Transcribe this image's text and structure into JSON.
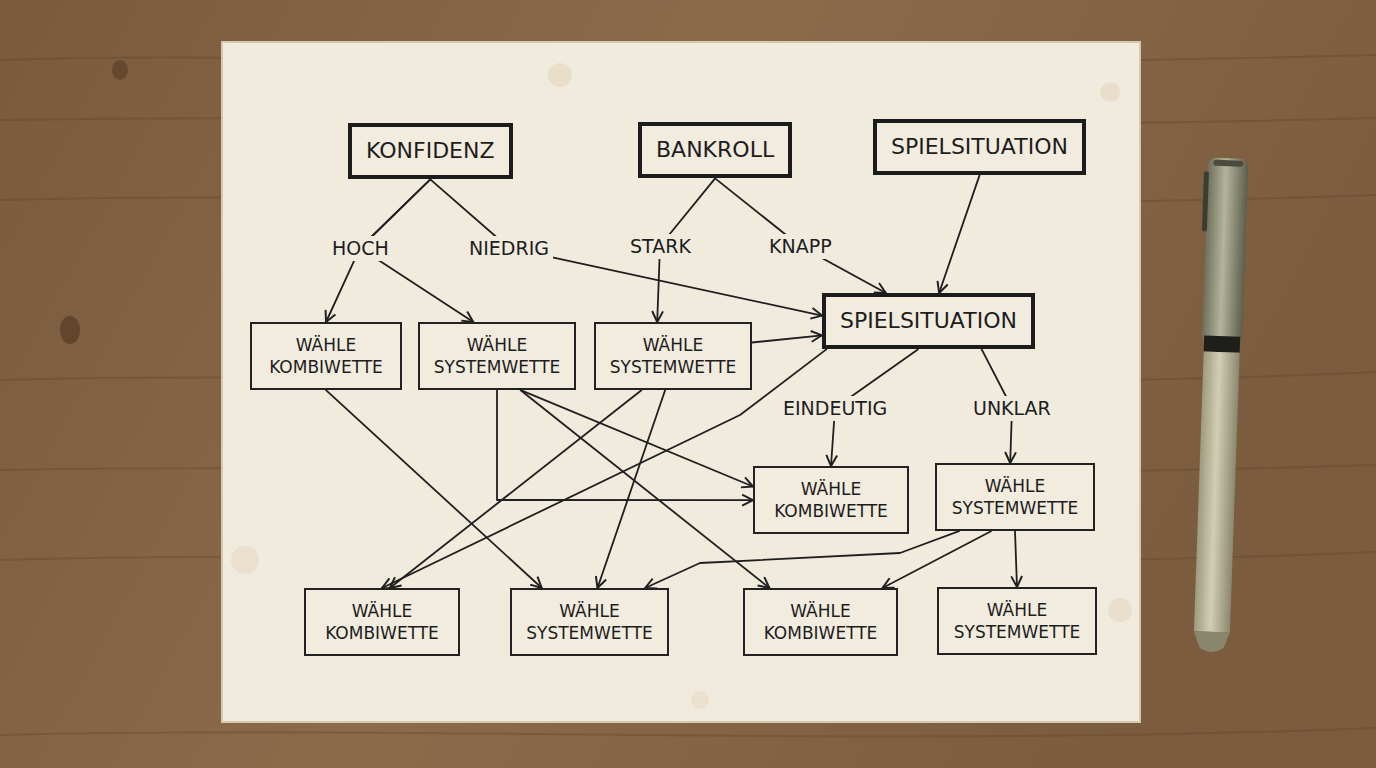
{
  "diagram": {
    "nodes": [
      {
        "text": [
          "KONFIDENZ"
        ]
      },
      {
        "text": [
          "BANKROLL"
        ]
      },
      {
        "text": [
          "SPIELSITUATION"
        ]
      },
      {
        "text": [
          "SPIELSITUATION"
        ]
      },
      {
        "text": [
          "WÄHLE KOMBIWETTE"
        ]
      },
      {
        "text": [
          "WÄHLE SYSTEMWETTE"
        ]
      },
      {
        "text": [
          "WÄHLE SYSTEMWETTE"
        ]
      },
      {
        "text": [
          "WÄHLE KOMBIWETTE"
        ]
      },
      {
        "text": [
          "WÄHLE SYSTEMWETTE"
        ]
      },
      {
        "text": [
          "WÄHLE KOMBIWETTE"
        ]
      },
      {
        "text": [
          "WÄHLE SYSTEMWETTE"
        ]
      },
      {
        "text": [
          "WÄHLE KOMBIWETTE"
        ]
      },
      {
        "text": [
          "WÄHLE SYSTEMWETTE"
        ]
      }
    ],
    "edges": [
      {
        "from": 0,
        "to": 4,
        "label": "HOCH",
        "arrow": "to"
      },
      {
        "from": 0,
        "to": 5,
        "arrow": "to"
      },
      {
        "from": 0,
        "to": 3,
        "label": "NIEDRIG",
        "arrow": "to"
      },
      {
        "from": 1,
        "to": 6,
        "label": "STARK",
        "arrow": "to"
      },
      {
        "from": 1,
        "to": 3,
        "label": "KNAPP",
        "arrow": "to"
      },
      {
        "from": 2,
        "to": 3,
        "arrow": "to"
      },
      {
        "from": 6,
        "to": 3,
        "arrow": "to"
      },
      {
        "from": 3,
        "to": 7,
        "label": "EINDEUTIG",
        "arrow": "to"
      },
      {
        "from": 3,
        "to": 8,
        "label": "UNKLAR",
        "arrow": "to"
      },
      {
        "from": 4,
        "to": 10,
        "arrow": "to"
      },
      {
        "from": 5,
        "to": 7,
        "arrow": "to"
      },
      {
        "from": 5,
        "to": 7,
        "arrow": "to"
      },
      {
        "from": 5,
        "to": 11,
        "arrow": "to"
      },
      {
        "from": 6,
        "to": 9,
        "arrow": "to"
      },
      {
        "from": 6,
        "to": 10,
        "arrow": "to"
      },
      {
        "from": 3,
        "to": 9,
        "arrow": "to"
      },
      {
        "from": 8,
        "to": 10,
        "arrow": "to"
      },
      {
        "from": 8,
        "to": 11,
        "arrow": "to"
      },
      {
        "from": 8,
        "to": 12,
        "arrow": "to"
      }
    ]
  }
}
